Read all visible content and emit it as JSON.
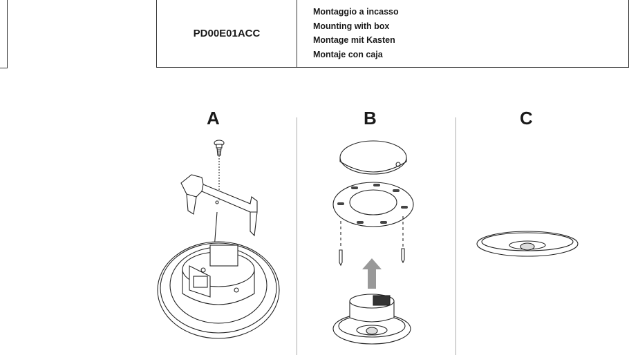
{
  "table": {
    "code": "PD00E01ACC",
    "descriptions": [
      "Montaggio a incasso",
      "Mounting with box",
      "Montage mit Kasten",
      "Montaje con caja"
    ]
  },
  "panels": [
    {
      "label": "A"
    },
    {
      "label": "B"
    },
    {
      "label": "C"
    }
  ]
}
